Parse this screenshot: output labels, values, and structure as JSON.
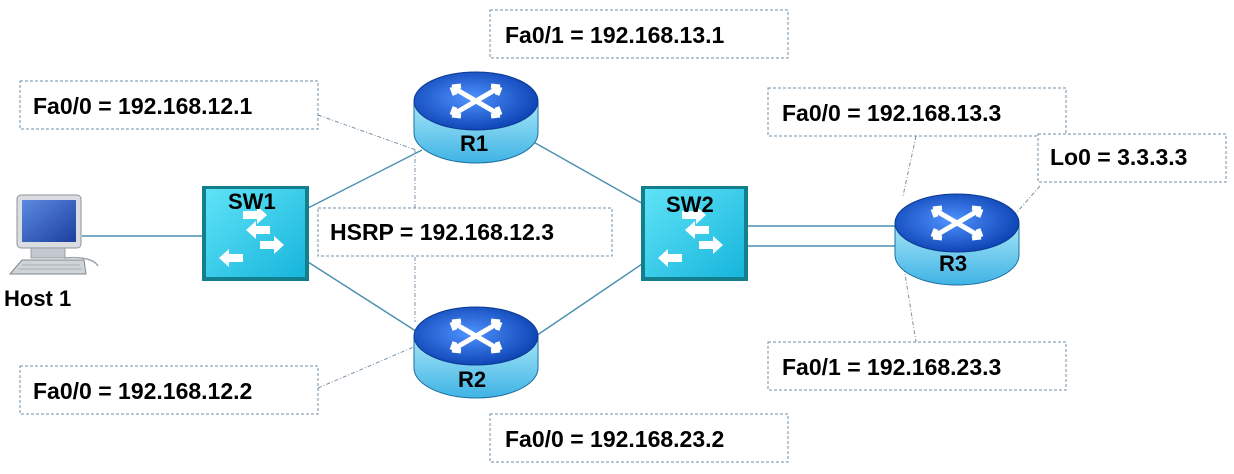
{
  "labels": {
    "r1_fa01": "Fa0/1 = 192.168.13.1",
    "r1_fa00": "Fa0/0 = 192.168.12.1",
    "hsrp": "HSRP = 192.168.12.3",
    "r2_fa00_lan": "Fa0/0 = 192.168.12.2",
    "r2_fa00_wan": "Fa0/0 = 192.168.23.2",
    "r3_fa00": "Fa0/0 = 192.168.13.3",
    "r3_lo0": "Lo0 = 3.3.3.3",
    "r3_fa01": "Fa0/1 = 192.168.23.3"
  },
  "devices": {
    "host1": "Host 1",
    "sw1": "SW1",
    "sw2": "SW2",
    "r1": "R1",
    "r2": "R2",
    "r3": "R3"
  },
  "colors": {
    "router_blue": "#1d5fd6",
    "router_light": "#7fd6f2",
    "switch_cyan": "#21c9e8",
    "link": "#4a8fb0",
    "label_border": "#6f8fa7"
  },
  "icons": {
    "router": "router-icon",
    "switch": "switch-icon",
    "host": "desktop-computer-icon"
  }
}
